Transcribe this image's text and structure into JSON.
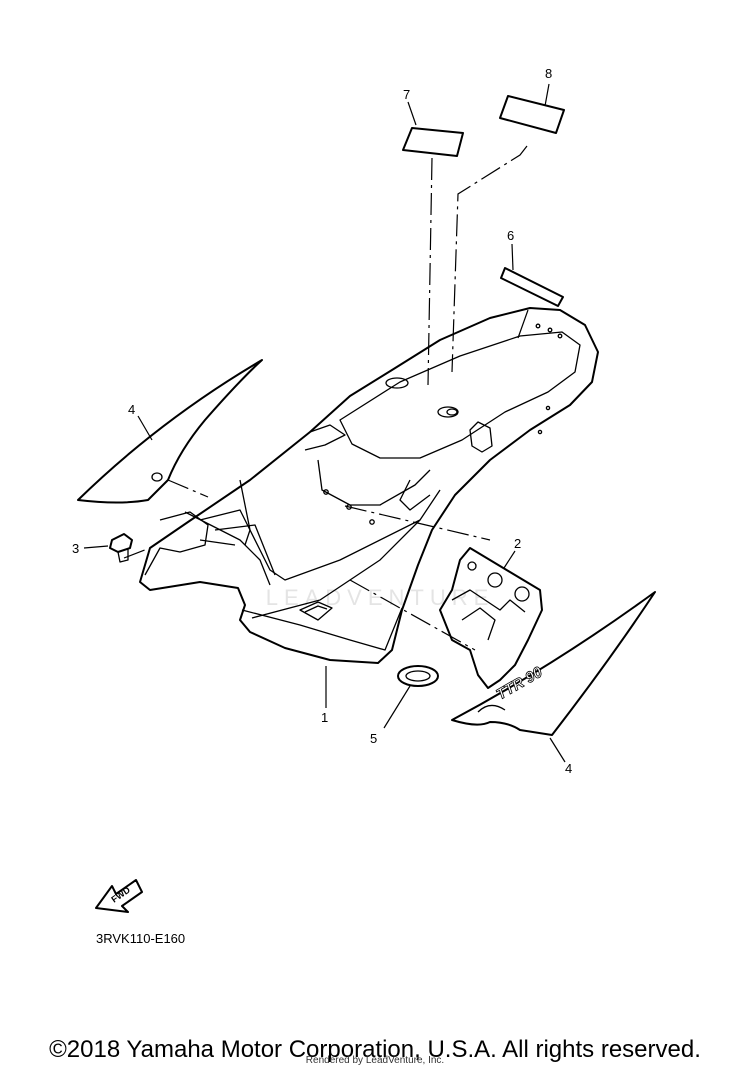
{
  "callouts": [
    {
      "id": "c1",
      "label": "1"
    },
    {
      "id": "c2",
      "label": "2"
    },
    {
      "id": "c3",
      "label": "3"
    },
    {
      "id": "c4a",
      "label": "4"
    },
    {
      "id": "c4b",
      "label": "4"
    },
    {
      "id": "c5",
      "label": "5"
    },
    {
      "id": "c6",
      "label": "6"
    },
    {
      "id": "c7",
      "label": "7"
    },
    {
      "id": "c8",
      "label": "8"
    }
  ],
  "decal_text": "TTR 90",
  "fwd_label": "FWD",
  "watermark_text": "LEADVENTURE",
  "part_code": "3RVK110-E160",
  "copyright": "©2018 Yamaha Motor Corporation, U.S.A. All rights reserved.",
  "rendered_by": "Rendered by LeadVenture, Inc."
}
